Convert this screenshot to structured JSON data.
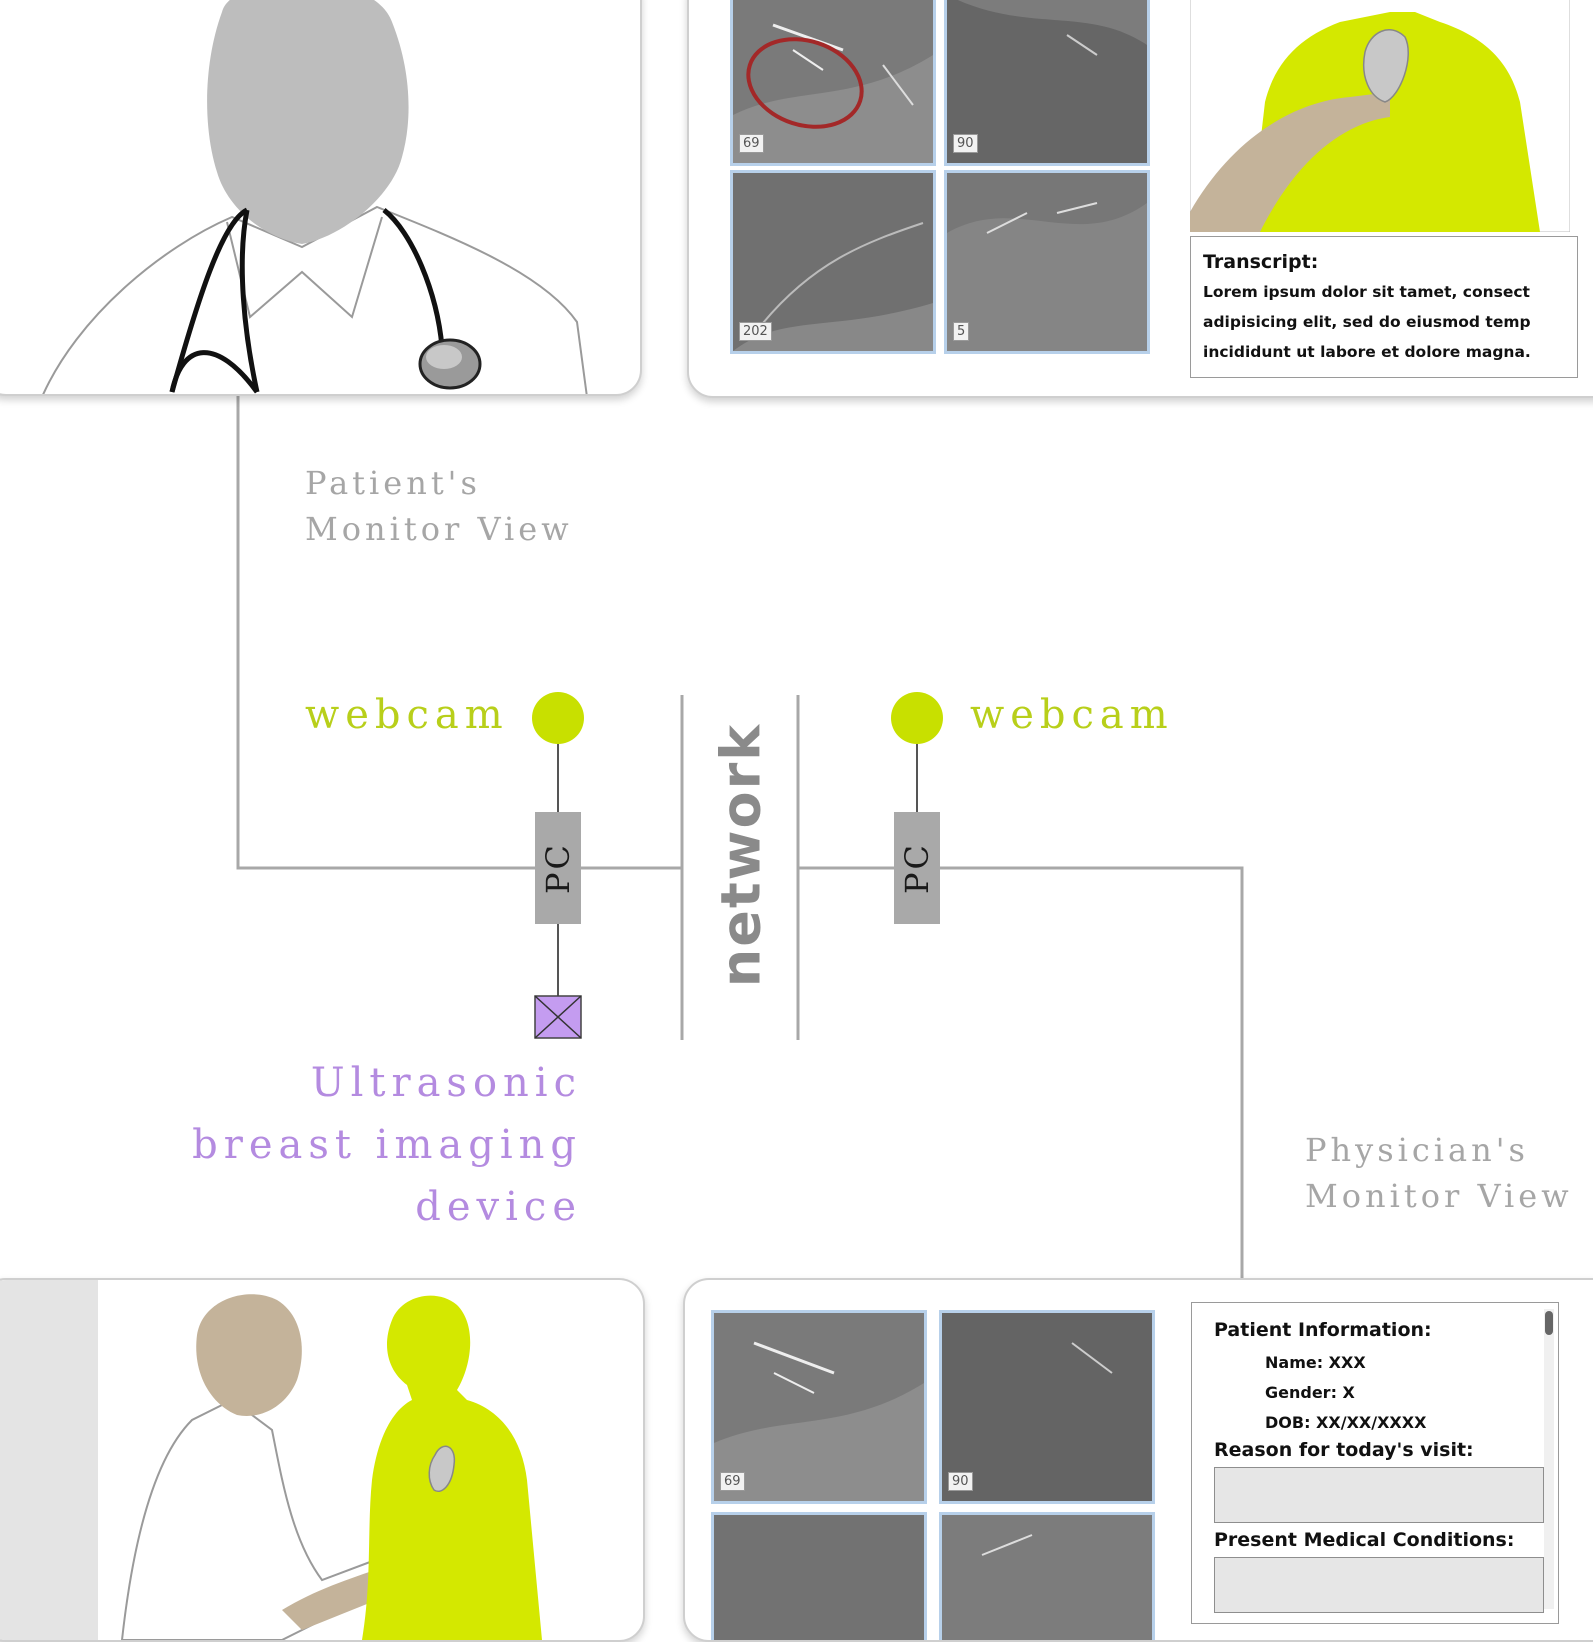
{
  "labels": {
    "patient_view": [
      "Patient's",
      "Monitor View"
    ],
    "physician_view": [
      "Physician's",
      "Monitor View"
    ],
    "webcam_left": "webcam",
    "webcam_right": "webcam",
    "pc_left": "PC",
    "pc_right": "PC",
    "network": "network",
    "device": [
      "Ultrasonic",
      "breast imaging",
      "device"
    ]
  },
  "patient_monitor": {
    "thumbnails": [
      "69",
      "90",
      "202",
      "5"
    ],
    "transcript": {
      "title": "Transcript:",
      "lines": [
        "Lorem ipsum dolor sit tamet, consect",
        "adipisicing elit, sed do eiusmod temp",
        "incididunt ut labore et dolore magna."
      ]
    }
  },
  "physician_monitor": {
    "thumbnails": [
      "69",
      "90",
      "",
      ""
    ],
    "patient_info": {
      "title": "Patient Information:",
      "name": "Name: XXX",
      "gender": "Gender: X",
      "dob": "DOB: XX/XX/XXXX",
      "reason_label": "Reason for today's visit:",
      "conditions_label": "Present Medical Conditions:"
    }
  },
  "colors": {
    "webcam": "#c8e000",
    "device": "#c49cf0",
    "line": "#a8a8a8",
    "pc": "#a9a9a9",
    "patient_figure": "#d4e800",
    "doctor_skin": "#c4b39a"
  }
}
